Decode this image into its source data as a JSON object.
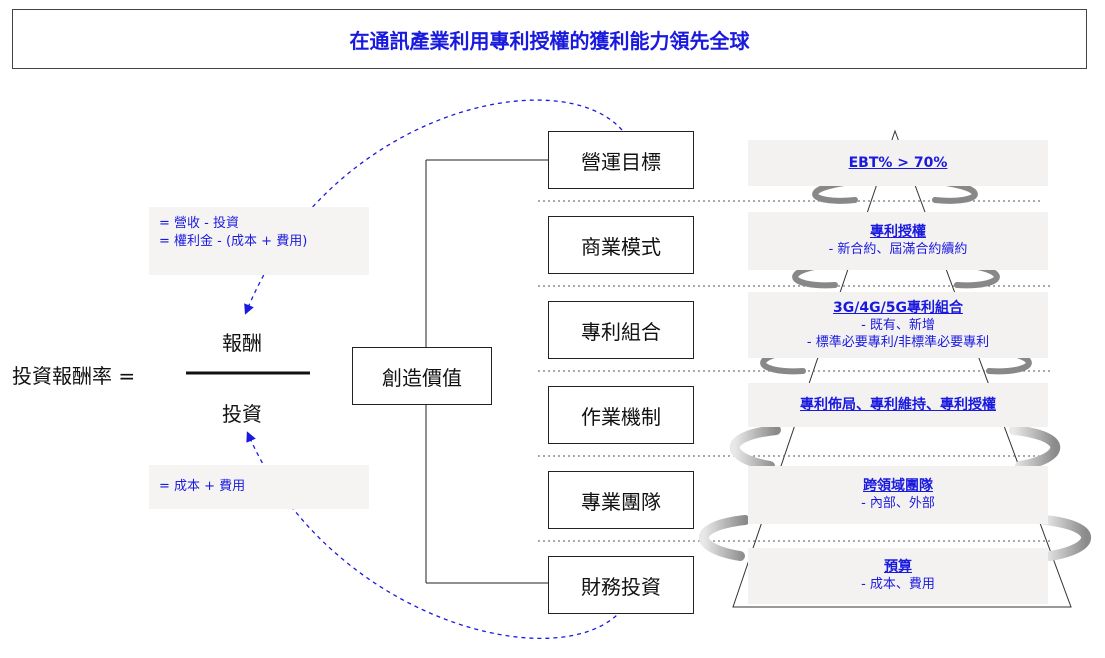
{
  "title": "在通訊產業利用專利授權的獲利能力領先全球",
  "formula": {
    "lhs": "投資報酬率 =",
    "numerator": "報酬",
    "denominator": "投資",
    "numerator_note": [
      "= 營收 - 投資",
      "= 權利金 - (成本 + 費用)"
    ],
    "denominator_note": [
      "= 成本 + 費用"
    ]
  },
  "center": {
    "label": "創造價值"
  },
  "layers": [
    {
      "label": "營運目標",
      "heading": "EBT% > 70%",
      "details": []
    },
    {
      "label": "商業模式",
      "heading": "專利授權",
      "details": [
        "- 新合約、屆滿合約續約"
      ]
    },
    {
      "label": "專利組合",
      "heading": "3G/4G/5G專利組合",
      "details": [
        "- 既有、新增",
        "- 標準必要專利/非標準必要專利"
      ]
    },
    {
      "label": "作業機制",
      "heading": "專利佈局、專利維持、專利授權",
      "details": []
    },
    {
      "label": "專業團隊",
      "heading": "跨領域團隊",
      "details": [
        "- 內部、外部"
      ]
    },
    {
      "label": "財務投資",
      "heading": "預算",
      "details": [
        "- 成本、費用"
      ]
    }
  ],
  "colors": {
    "accent": "#1a1adf",
    "band_bg": "#f4f2f1",
    "note_bg": "#f6f4f3",
    "line": "#222222"
  }
}
